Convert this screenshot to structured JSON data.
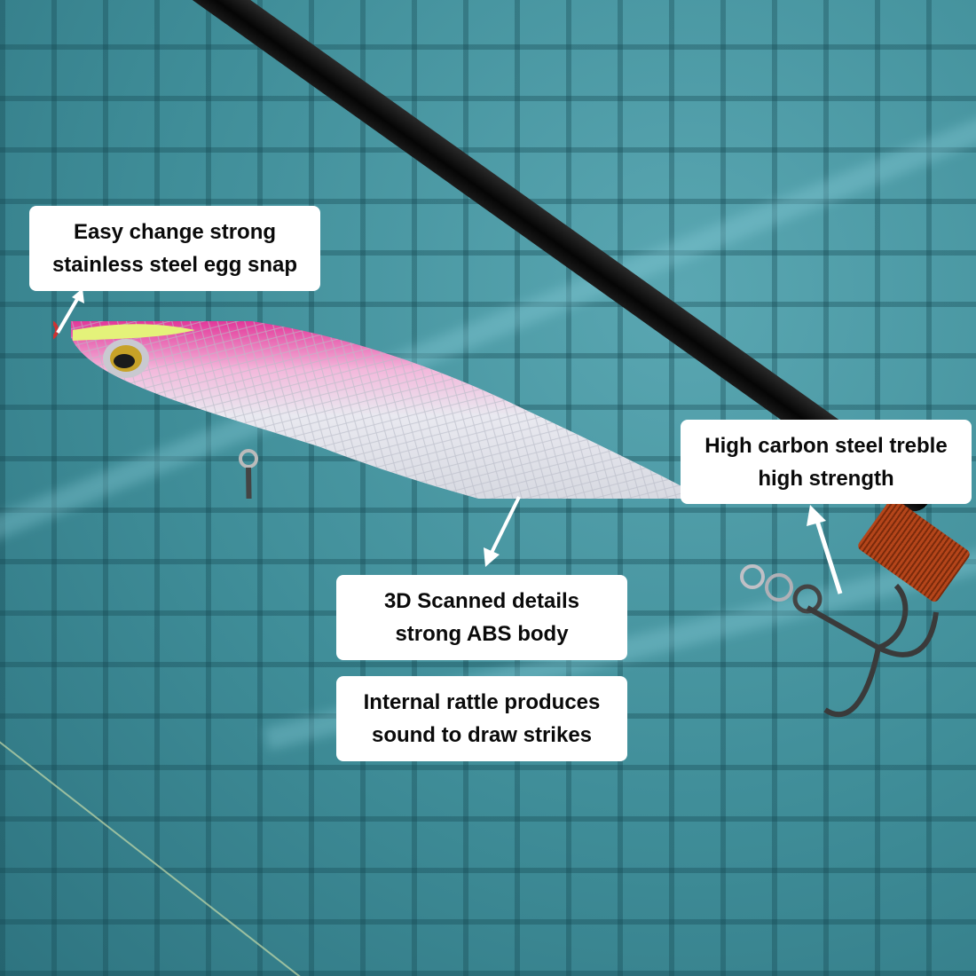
{
  "scene": {
    "subject": "pink and silver minnow fishing lure with treble hooks next to fishing rod",
    "colors": {
      "background": "#3f8d98",
      "lure_back_pink": "#e0238f",
      "lure_head_chartreuse": "#e4f27a",
      "lure_body_silver": "#e6e6ee",
      "rod": "#0a0a0a",
      "rod_wrap": "#b5451a",
      "callout_bg": "#ffffff",
      "callout_text": "#0a0a0a"
    }
  },
  "callouts": [
    {
      "id": "egg-snap",
      "lines": [
        "Easy change strong",
        "stainless steel egg snap"
      ]
    },
    {
      "id": "treble",
      "lines": [
        "High carbon steel treble",
        "high strength"
      ]
    },
    {
      "id": "abs-body",
      "lines": [
        "3D Scanned details",
        "strong ABS body"
      ]
    },
    {
      "id": "rattle",
      "lines": [
        "Internal rattle produces",
        "sound to draw strikes"
      ]
    }
  ]
}
